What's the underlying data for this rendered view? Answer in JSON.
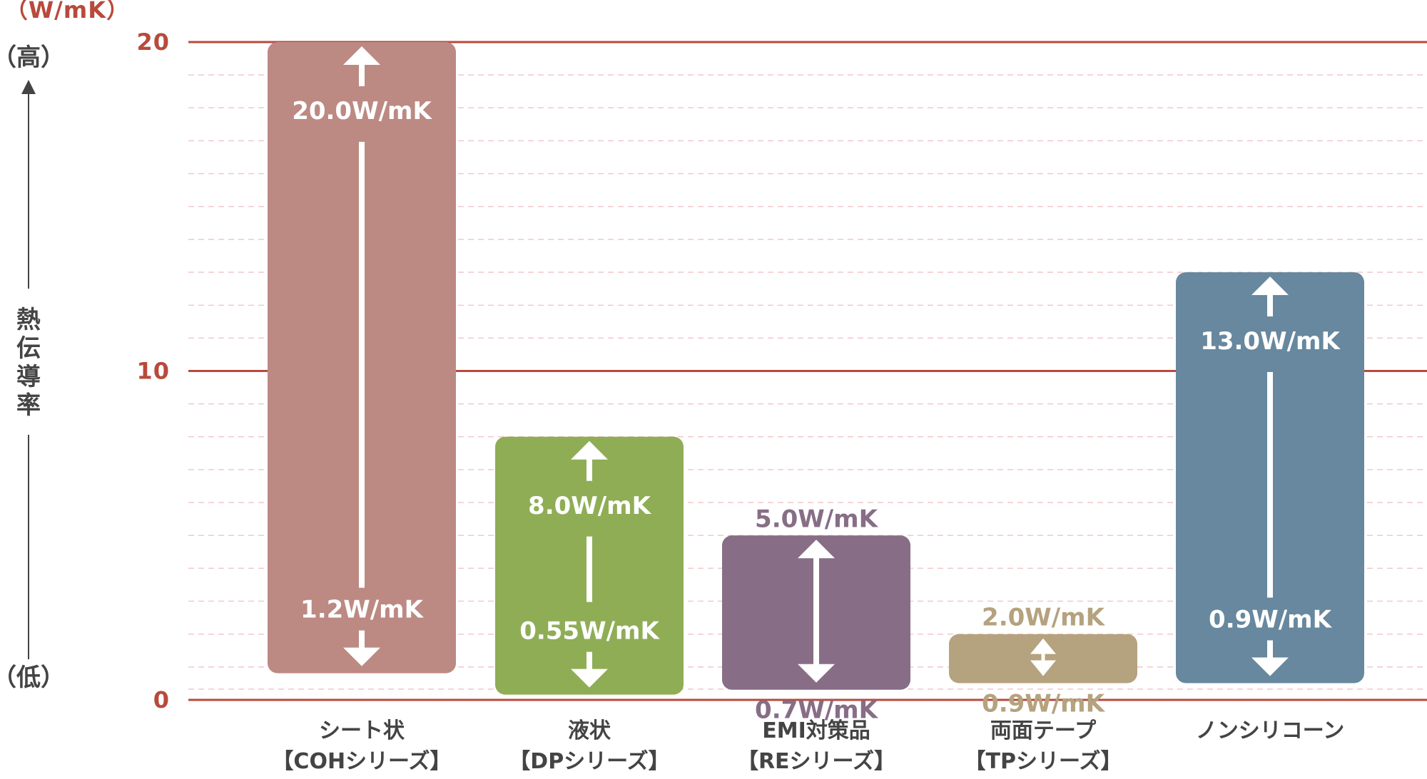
{
  "chart_data": {
    "type": "range-bar",
    "unit_label": "（W/mK）",
    "y_ticks": [
      "0",
      "10",
      "20"
    ],
    "ylim": [
      0,
      20
    ],
    "high_label": "（高）",
    "low_label": "（低）",
    "axis_title_chars": [
      "熱",
      "伝",
      "導",
      "率"
    ],
    "grid": true,
    "categories": [
      {
        "line1": "シート状",
        "line2": "【COHシリーズ】"
      },
      {
        "line1": "液状",
        "line2": "【DPシリーズ】"
      },
      {
        "line1": "EMI対策品",
        "line2": "【REシリーズ】"
      },
      {
        "line1": "両面テープ",
        "line2": "【TPシリーズ】"
      },
      {
        "line1": "ノンシリコーン",
        "line2": ""
      }
    ],
    "series": [
      {
        "min": 1.2,
        "max": 20.0,
        "min_label": "1.2W/mK",
        "max_label": "20.0W/mK",
        "color": "#bc8a83"
      },
      {
        "min": 0.55,
        "max": 8.0,
        "min_label": "0.55W/mK",
        "max_label": "8.0W/mK",
        "color": "#8fad55"
      },
      {
        "min": 0.7,
        "max": 5.0,
        "min_label": "0.7W/mK",
        "max_label": "5.0W/mK",
        "color": "#876d86",
        "label_color": "#876d86"
      },
      {
        "min": 0.9,
        "max": 2.0,
        "min_label": "0.9W/mK",
        "max_label": "2.0W/mK",
        "color": "#b5a27e",
        "label_color": "#b5a27e"
      },
      {
        "min": 0.9,
        "max": 13.0,
        "min_label": "0.9W/mK",
        "max_label": "13.0W/mK",
        "color": "#67889e"
      }
    ],
    "colors": {
      "axis": "#b84a3c",
      "grid": "#f0c8cc",
      "text": "#444444"
    }
  }
}
